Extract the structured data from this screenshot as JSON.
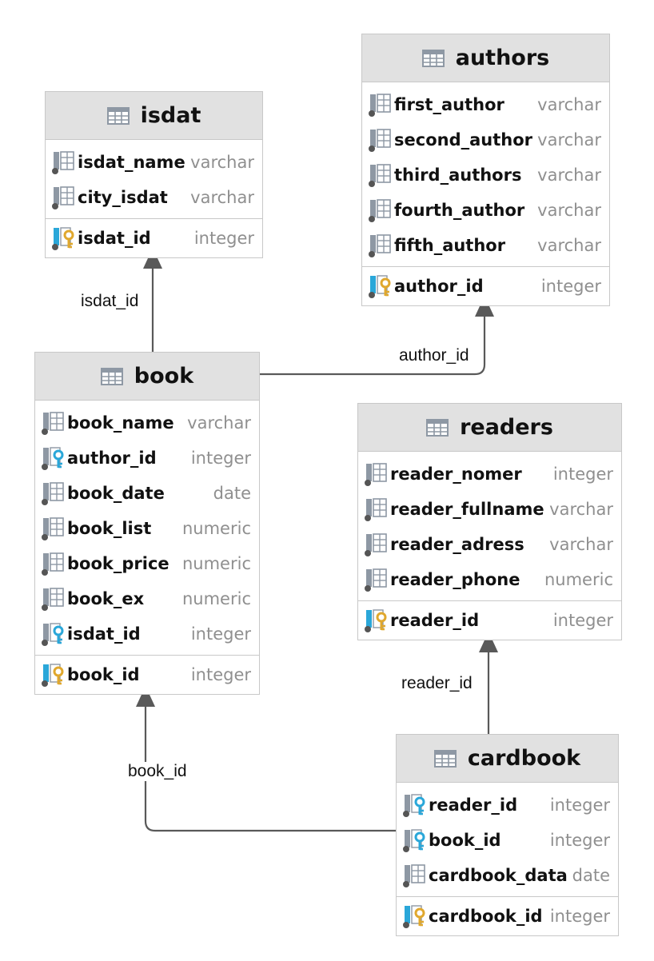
{
  "tables": {
    "isdat": {
      "name": "isdat",
      "columns": [
        {
          "name": "isdat_name",
          "type": "varchar",
          "icon": "column-icon"
        },
        {
          "name": "city_isdat",
          "type": "varchar",
          "icon": "column-icon"
        }
      ],
      "keys": [
        {
          "name": "isdat_id",
          "type": "integer",
          "icon": "primary-key-icon"
        }
      ]
    },
    "authors": {
      "name": "authors",
      "columns": [
        {
          "name": "first_author",
          "type": "varchar",
          "icon": "column-icon"
        },
        {
          "name": "second_author",
          "type": "varchar",
          "icon": "column-icon"
        },
        {
          "name": "third_authors",
          "type": "varchar",
          "icon": "column-icon"
        },
        {
          "name": "fourth_author",
          "type": "varchar",
          "icon": "column-icon"
        },
        {
          "name": "fifth_author",
          "type": "varchar",
          "icon": "column-icon"
        }
      ],
      "keys": [
        {
          "name": "author_id",
          "type": "integer",
          "icon": "primary-key-icon"
        }
      ]
    },
    "book": {
      "name": "book",
      "columns": [
        {
          "name": "book_name",
          "type": "varchar",
          "icon": "column-icon"
        },
        {
          "name": "author_id",
          "type": "integer",
          "icon": "foreign-key-icon"
        },
        {
          "name": "book_date",
          "type": "date",
          "icon": "column-icon"
        },
        {
          "name": "book_list",
          "type": "numeric",
          "icon": "column-icon"
        },
        {
          "name": "book_price",
          "type": "numeric",
          "icon": "column-icon"
        },
        {
          "name": "book_ex",
          "type": "numeric",
          "icon": "column-icon"
        },
        {
          "name": "isdat_id",
          "type": "integer",
          "icon": "foreign-key-icon"
        }
      ],
      "keys": [
        {
          "name": "book_id",
          "type": "integer",
          "icon": "primary-key-icon"
        }
      ]
    },
    "readers": {
      "name": "readers",
      "columns": [
        {
          "name": "reader_nomer",
          "type": "integer",
          "icon": "column-icon"
        },
        {
          "name": "reader_fullname",
          "type": "varchar",
          "icon": "column-icon"
        },
        {
          "name": "reader_adress",
          "type": "varchar",
          "icon": "column-icon"
        },
        {
          "name": "reader_phone",
          "type": "numeric",
          "icon": "column-icon"
        }
      ],
      "keys": [
        {
          "name": "reader_id",
          "type": "integer",
          "icon": "primary-key-icon"
        }
      ]
    },
    "cardbook": {
      "name": "cardbook",
      "columns": [
        {
          "name": "reader_id",
          "type": "integer",
          "icon": "foreign-key-icon"
        },
        {
          "name": "book_id",
          "type": "integer",
          "icon": "foreign-key-icon"
        },
        {
          "name": "cardbook_data",
          "type": "date",
          "icon": "column-icon"
        }
      ],
      "keys": [
        {
          "name": "cardbook_id",
          "type": "integer",
          "icon": "primary-key-icon"
        }
      ]
    }
  },
  "relations": [
    {
      "label": "isdat_id",
      "from": "book",
      "to": "isdat"
    },
    {
      "label": "author_id",
      "from": "book",
      "to": "authors"
    },
    {
      "label": "reader_id",
      "from": "cardbook",
      "to": "readers"
    },
    {
      "label": "book_id",
      "from": "cardbook",
      "to": "book"
    }
  ],
  "colors": {
    "header": "#e1e1e1",
    "border": "#c8c8c8",
    "edge": "#595959",
    "type_text": "#8f8f8f",
    "pk_key": "#e0a82e",
    "fk_key": "#2aa7d9",
    "column_icon": "#8e98a4"
  }
}
